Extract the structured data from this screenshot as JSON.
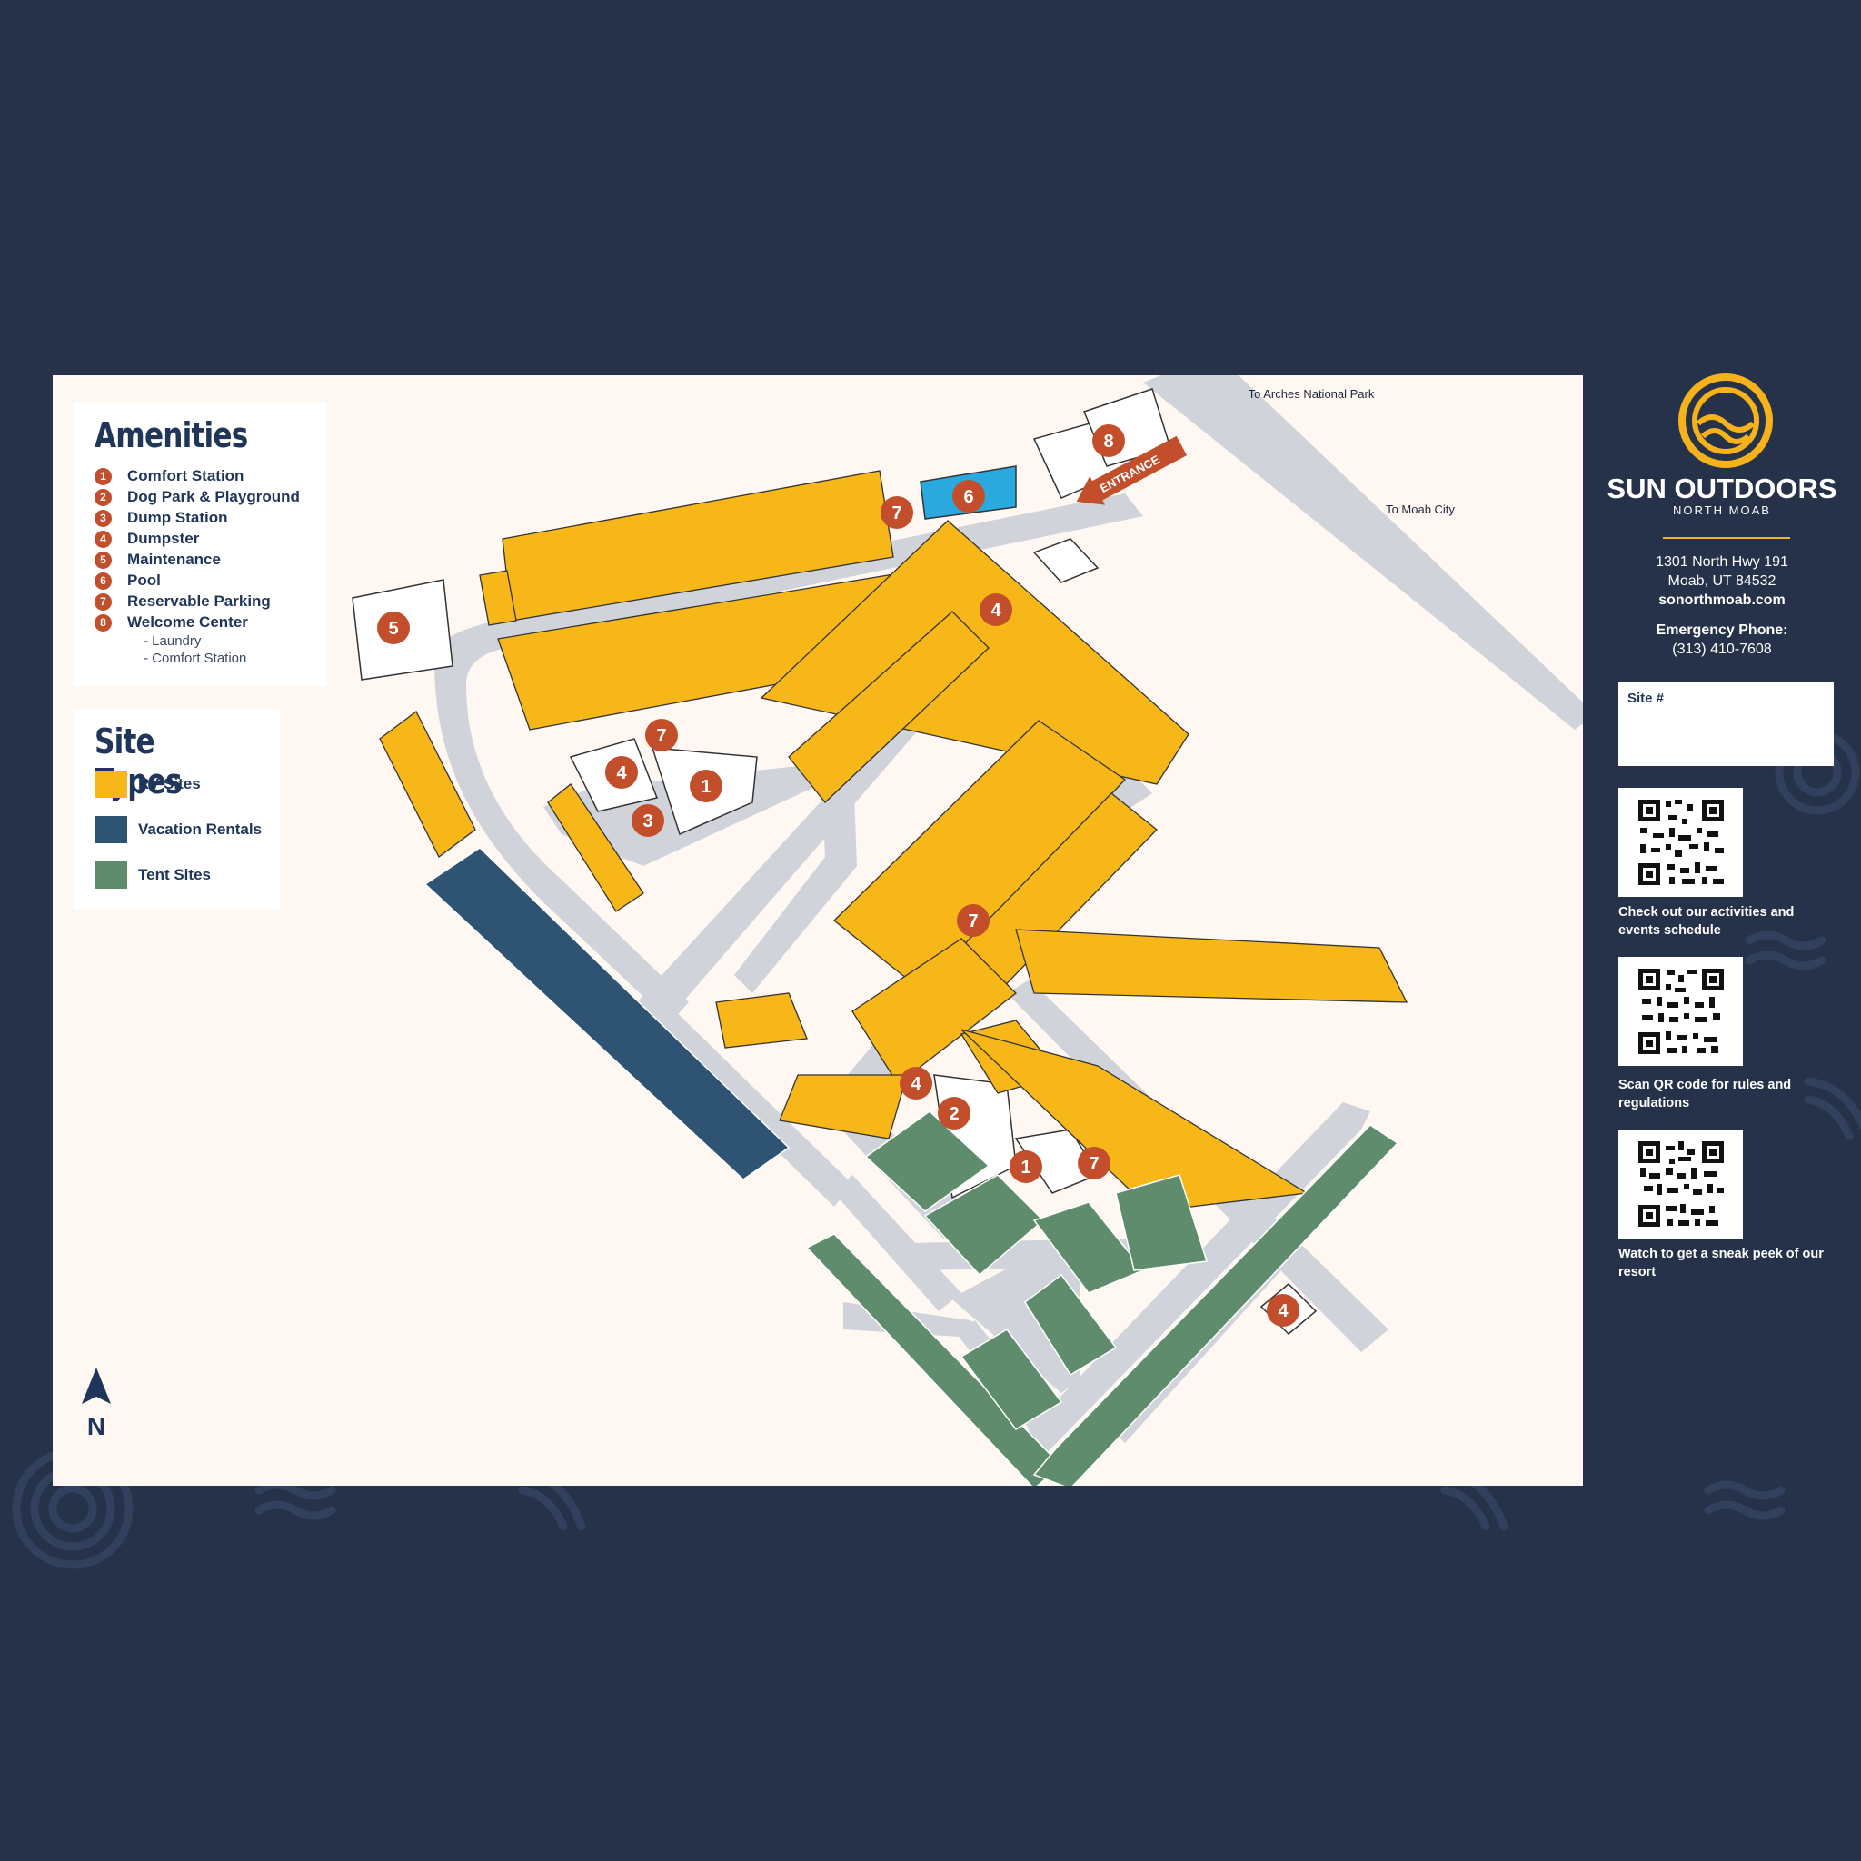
{
  "amenities": {
    "title": "Amenities",
    "items": [
      {
        "num": "1",
        "label": "Comfort Station"
      },
      {
        "num": "2",
        "label": "Dog Park & Playground"
      },
      {
        "num": "3",
        "label": "Dump Station"
      },
      {
        "num": "4",
        "label": "Dumpster"
      },
      {
        "num": "5",
        "label": "Maintenance"
      },
      {
        "num": "6",
        "label": "Pool"
      },
      {
        "num": "7",
        "label": "Reservable Parking"
      },
      {
        "num": "8",
        "label": "Welcome Center"
      }
    ],
    "sub_items": [
      "- Laundry",
      "- Comfort Station"
    ]
  },
  "site_types": {
    "title": "Site Types",
    "items": [
      {
        "label": "RV Sites",
        "color": "#f7b718"
      },
      {
        "label": "Vacation Rentals",
        "color": "#2f5373"
      },
      {
        "label": "Tent Sites",
        "color": "#5f8c6d"
      }
    ]
  },
  "map": {
    "to_arches": "To Arches National Park",
    "to_moab": "To Moab City",
    "entrance": "ENTRANCE",
    "north": "N"
  },
  "brand": {
    "name": "SUN OUTDOORS",
    "location": "NORTH MOAB",
    "address_line1": "1301 North Hwy 191",
    "address_line2": "Moab, UT 84532",
    "website": "sonorthmoab.com",
    "emergency_label": "Emergency Phone:",
    "emergency_phone": "(313) 410-7608",
    "site_label": "Site #",
    "accent": "#f5b21b"
  },
  "qr": [
    {
      "caption": "Check out our activities and events schedule"
    },
    {
      "caption": "Scan QR code for rules and regulations"
    },
    {
      "caption": "Watch to get a sneak peek of our resort"
    }
  ],
  "colors": {
    "rv": "#f7b718",
    "vacation": "#2f5373",
    "tent": "#5f8c6d",
    "road": "#d0d4da",
    "marker": "#c24e2b",
    "pool": "#2aa9df",
    "background": "#253249",
    "map_bg": "#fff7f1"
  }
}
